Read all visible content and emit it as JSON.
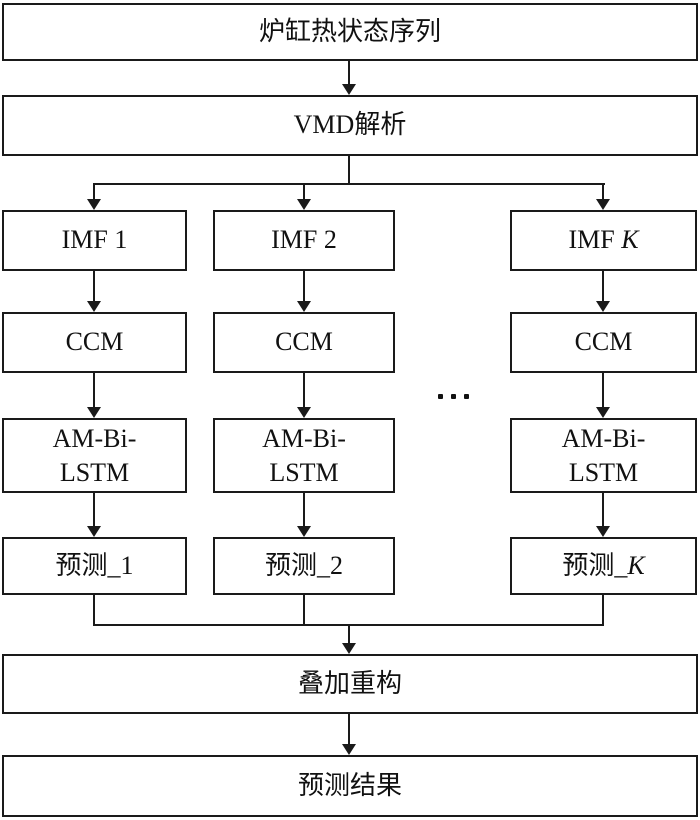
{
  "diagram": {
    "source_box": {
      "label": "炉缸热状态序列"
    },
    "vmd_box": {
      "label": "VMD解析"
    },
    "columns": [
      {
        "imf_prefix": "IMF ",
        "index": "1",
        "ccm_label": "CCM",
        "lstm_line1": "AM-Bi-",
        "lstm_line2": "LSTM",
        "pred_prefix": "预测_"
      },
      {
        "imf_prefix": "IMF ",
        "index": "2",
        "ccm_label": "CCM",
        "lstm_line1": "AM-Bi-",
        "lstm_line2": "LSTM",
        "pred_prefix": "预测_"
      },
      {
        "imf_prefix": "IMF ",
        "index": "K",
        "ccm_label": "CCM",
        "lstm_line1": "AM-Bi-",
        "lstm_line2": "LSTM",
        "pred_prefix": "预测_"
      }
    ],
    "reconstruct_box": {
      "label": "叠加重构"
    },
    "result_box": {
      "label": "预测结果"
    },
    "line_color": "#1a1a1a"
  }
}
